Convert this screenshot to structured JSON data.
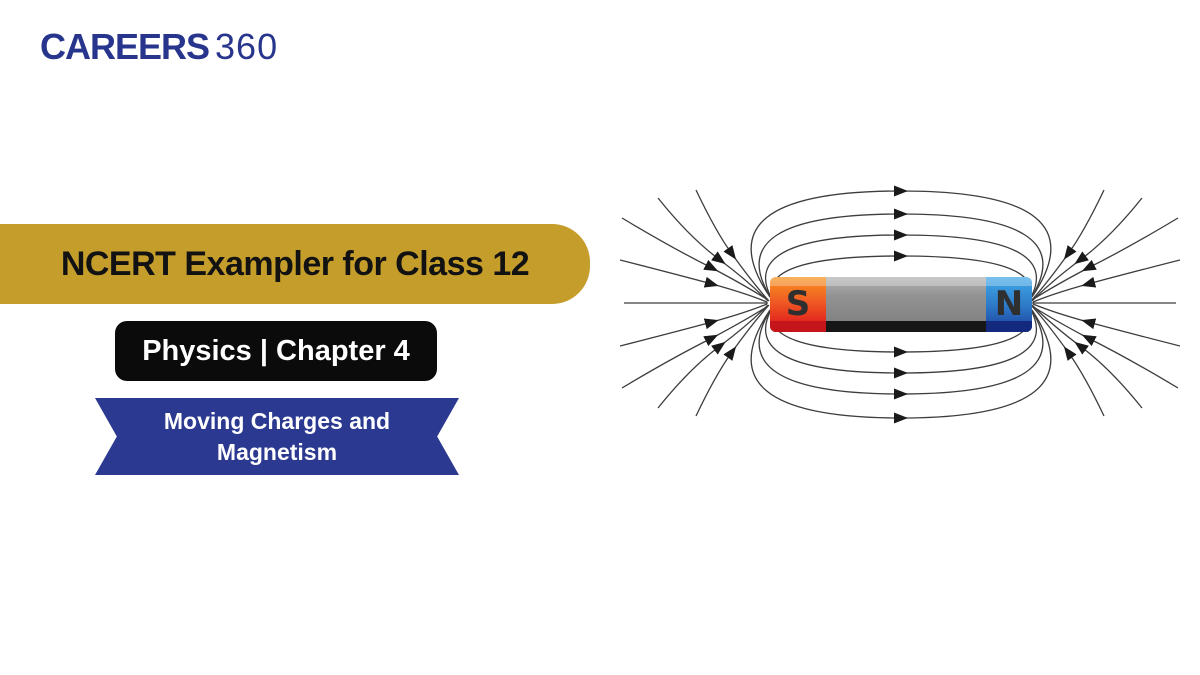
{
  "logo": {
    "text_bold": "CAREERS",
    "text_light": "360",
    "color": "#27358C"
  },
  "banner": {
    "title": "NCERT Exampler for Class 12",
    "bg_color": "#C49D2B",
    "text_color": "#121212"
  },
  "subject_badge": {
    "label": "Physics | Chapter 4",
    "bg_color": "#0B0B0B",
    "text_color": "#FFFFFF"
  },
  "chapter_ribbon": {
    "line1": "Moving Charges and",
    "line2": "Magnetism",
    "bg_color": "#2B3990",
    "text_color": "#FFFFFF"
  },
  "figure": {
    "icon": "bar-magnet-field-lines-diagram",
    "south_label": "S",
    "north_label": "N",
    "south_pole_color": "#F05A24",
    "north_pole_color": "#2E7CC9",
    "body_color": "#8F8F8F",
    "field_line_color": "#3D3D3D"
  }
}
